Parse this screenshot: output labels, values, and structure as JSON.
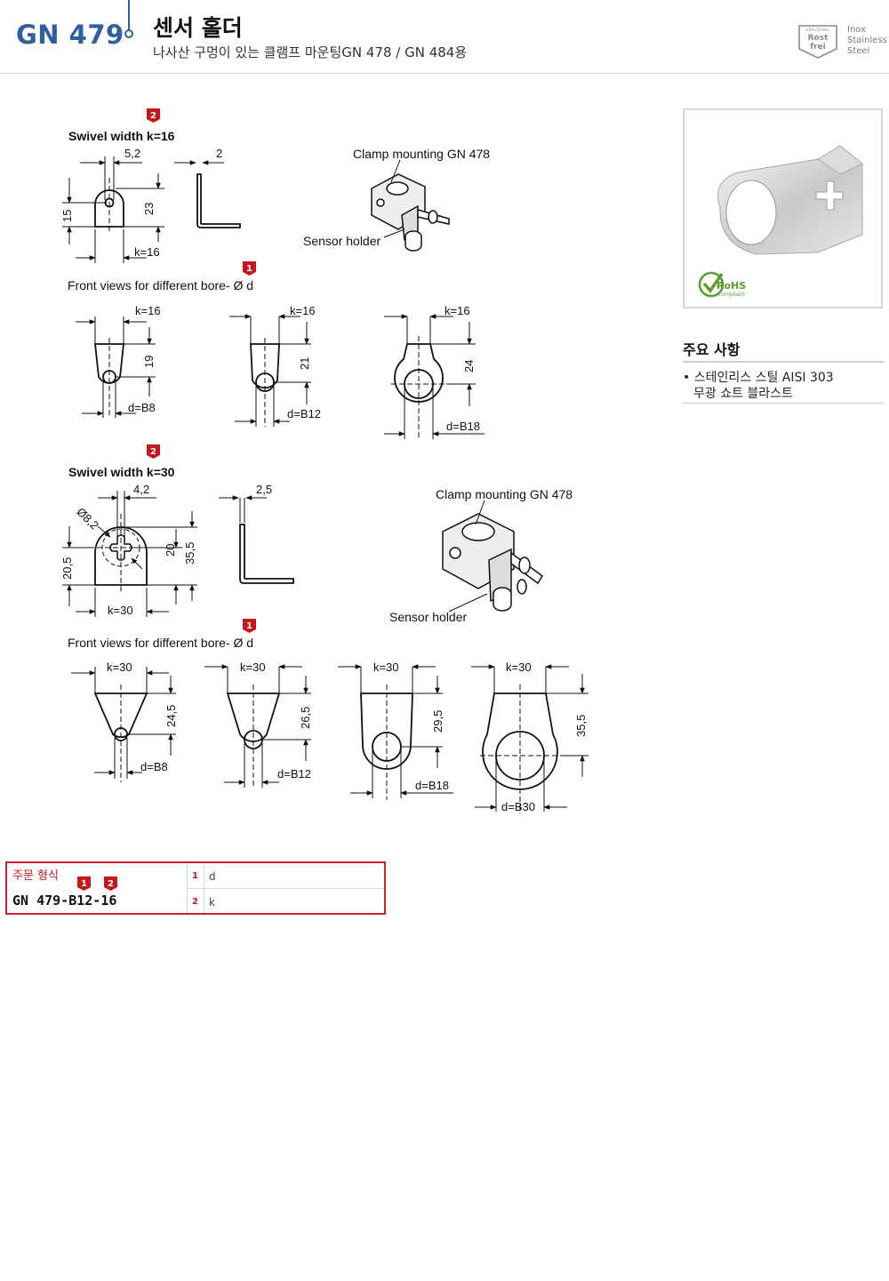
{
  "header": {
    "code": "GN 479",
    "title": "센서 홀더",
    "subtitle": "나사산 구멍이 있는 클램프 마운팅GN 478 / GN 484용",
    "badge": {
      "top": "EDELSTAHL",
      "mid1": "Rost",
      "mid2": "frei",
      "lines": [
        "Inox",
        "Stainless",
        "Steel"
      ]
    }
  },
  "section1": {
    "marker": "2",
    "title": "Swivel width k=16",
    "dims": {
      "w52": "5,2",
      "t2": "2",
      "h15": "15",
      "h23": "23",
      "k16": "k=16"
    },
    "clamp_label": "Clamp mounting GN 478",
    "sensor_label": "Sensor holder",
    "front_marker": "1",
    "front_title": "Front views for different bore- Ø d",
    "views": [
      {
        "k": "k=16",
        "h": "19",
        "d": "d=B8"
      },
      {
        "k": "k=16",
        "h": "21",
        "d": "d=B12"
      },
      {
        "k": "k=16",
        "h": "24",
        "d": "d=B18"
      }
    ]
  },
  "section2": {
    "marker": "2",
    "title": "Swivel width k=30",
    "dims": {
      "w42": "4,2",
      "t25": "2,5",
      "dia": "Ø8,2",
      "h205": "20,5",
      "h20": "20",
      "h355": "35,5",
      "k30": "k=30"
    },
    "clamp_label": "Clamp mounting GN 478",
    "sensor_label": "Sensor holder",
    "front_marker": "1",
    "front_title": "Front views for different bore- Ø d",
    "views": [
      {
        "k": "k=30",
        "h": "24,5",
        "d": "d=B8"
      },
      {
        "k": "k=30",
        "h": "26,5",
        "d": "d=B12"
      },
      {
        "k": "k=30",
        "h": "29,5",
        "d": "d=B18"
      },
      {
        "k": "k=30",
        "h": "35,5",
        "d": "d=B30"
      }
    ]
  },
  "product": {
    "rohs": "RoHS",
    "rohs_sub": "compliant",
    "features_title": "주요 사항",
    "features": [
      "스테인리스 스틸 AISI 303",
      "무광 쇼트 블라스트"
    ]
  },
  "order": {
    "title": "주문 형식",
    "code": "GN 479-B12-16",
    "marker1": "1",
    "marker2": "2",
    "rows": [
      {
        "num": "1",
        "label": "d"
      },
      {
        "num": "2",
        "label": "k"
      }
    ]
  },
  "colors": {
    "brand_blue": "#2f5f9e",
    "marker_red": "#c8161d"
  }
}
